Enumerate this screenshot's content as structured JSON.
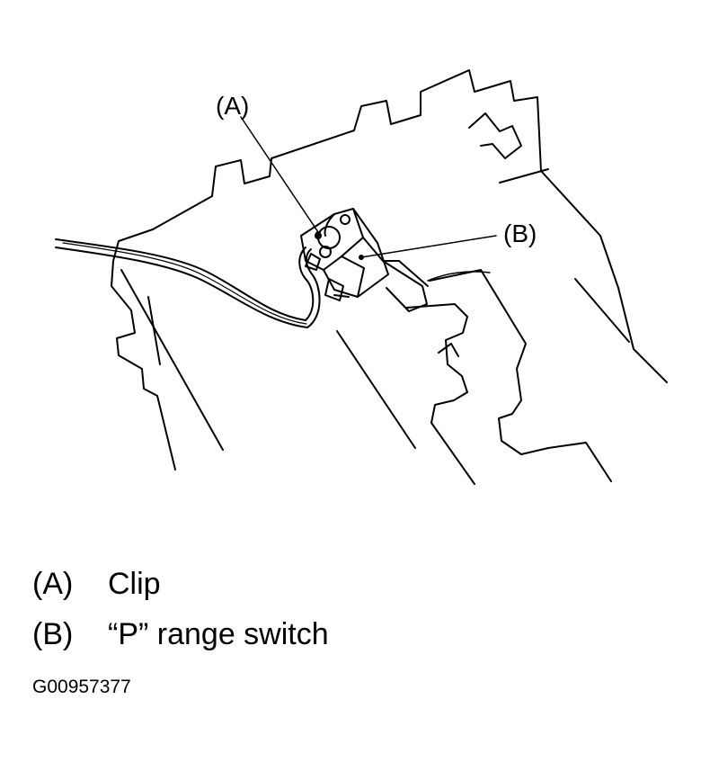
{
  "callouts": [
    {
      "key": "(A)"
    },
    {
      "key": "(B)"
    }
  ],
  "legend": [
    {
      "key": "(A)",
      "text": "Clip"
    },
    {
      "key": "(B)",
      "text": "“P” range switch"
    }
  ],
  "figure_id": "G00957377"
}
